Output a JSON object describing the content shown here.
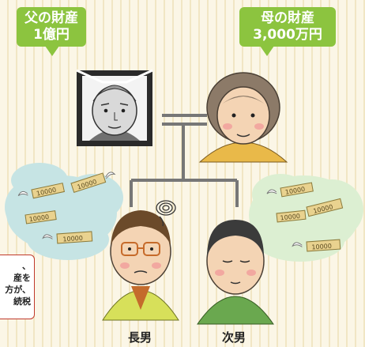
{
  "father_bubble": {
    "line1": "父の財産",
    "line2": "1億円"
  },
  "mother_bubble": {
    "line1": "母の財産",
    "line2": "3,000万円"
  },
  "callout": {
    "line1": "、",
    "line2": "産を",
    "line3": "方が、",
    "line4": "続税"
  },
  "children": {
    "eldest": "長男",
    "second": "次男"
  },
  "banknote_label": "10000",
  "colors": {
    "bubble": "#8cc43f",
    "cloud_left": "#c6e4e4",
    "cloud_right": "#dcefd2",
    "family_line": "#777777",
    "callout_border": "#c0392b"
  },
  "icons": [
    "funeral-portrait-icon",
    "flying-banknote-icon",
    "worry-scribble-icon"
  ]
}
